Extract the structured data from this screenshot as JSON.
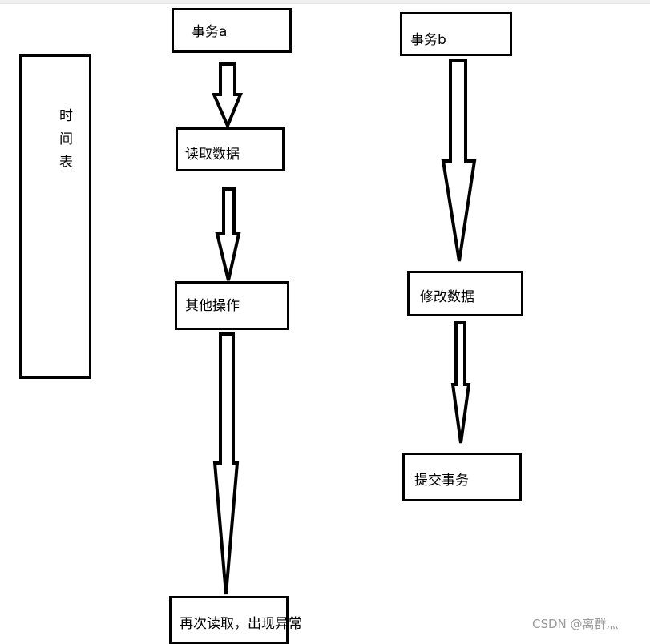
{
  "timeline": {
    "label": "时\n间\n表"
  },
  "transaction_a": {
    "title": "事务a",
    "steps": [
      "读取数据",
      "其他操作",
      "再次读取，出现异常"
    ]
  },
  "transaction_b": {
    "title": "事务b",
    "steps": [
      "修改数据",
      "提交事务"
    ]
  },
  "watermark": "CSDN @离群灬",
  "colors": {
    "stroke": "#000000",
    "background": "#ffffff",
    "watermark": "#9a9a9a"
  }
}
